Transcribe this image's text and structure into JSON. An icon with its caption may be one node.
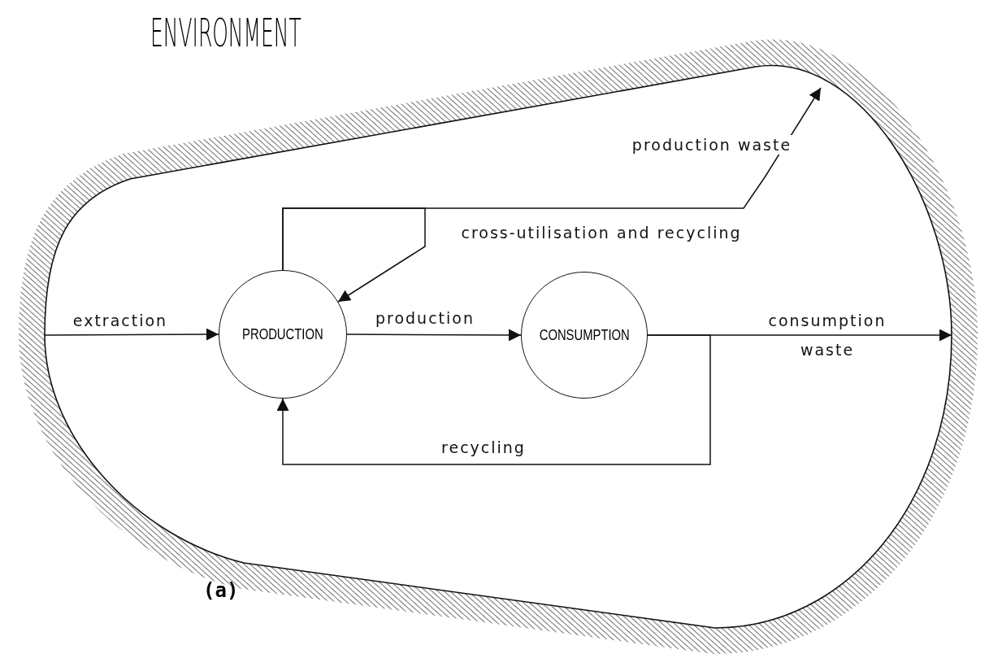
{
  "diagram": {
    "nodes": [
      {
        "text": [
          "ENVIRONMENT"
        ]
      },
      {
        "text": [
          "PRODUCTION"
        ],
        "in": 0
      },
      {
        "text": [
          "CONSUMPTION"
        ],
        "in": 0
      }
    ],
    "edges": [
      {
        "from": 0,
        "to": 1,
        "arrow": "to",
        "label": "extraction"
      },
      {
        "from": 1,
        "to": 2,
        "arrow": "to",
        "label": "production"
      },
      {
        "from": 2,
        "to": 0,
        "arrow": "to",
        "label": "consumption waste"
      },
      {
        "from": 2,
        "to": 1,
        "arrow": "to",
        "label": "recycling"
      },
      {
        "from": 1,
        "to": 0,
        "arrow": "to",
        "label": "production waste"
      },
      {
        "from": 1,
        "to": 1,
        "arrow": "to",
        "label": "cross-utilisation and recycling"
      }
    ],
    "labels": [
      "(a)"
    ]
  }
}
